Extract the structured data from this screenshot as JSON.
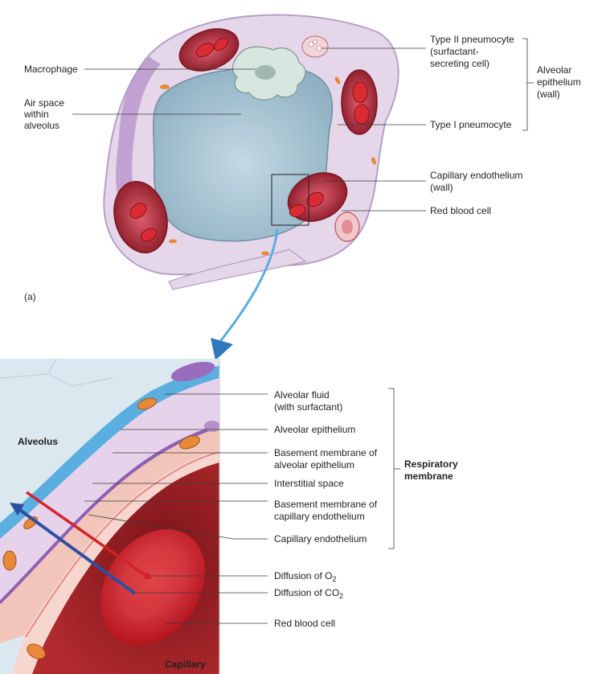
{
  "panel_a": {
    "panel_letter": "(a)",
    "labels": {
      "macrophage": "Macrophage",
      "air_space_1": "Air space",
      "air_space_2": "within",
      "air_space_3": "alveolus",
      "type2_1": "Type II pneumocyte",
      "type2_2": "(surfactant-",
      "type2_3": "secreting cell)",
      "type1": "Type I pneumocyte",
      "alv_epi_1": "Alveolar",
      "alv_epi_2": "epithelium",
      "alv_epi_3": "(wall)",
      "cap_endo_1": "Capillary endothelium",
      "cap_endo_2": "(wall)",
      "rbc": "Red blood cell"
    }
  },
  "panel_b": {
    "region_alveolus": "Alveolus",
    "region_capillary": "Capillary",
    "labels": {
      "alv_fluid_1": "Alveolar fluid",
      "alv_fluid_2": "(with surfactant)",
      "alv_epithelium": "Alveolar epithelium",
      "bm_alv_1": "Basement membrane of",
      "bm_alv_2": "alveolar epithelium",
      "interstitial": "Interstitial space",
      "bm_cap_1": "Basement membrane of",
      "bm_cap_2": "capillary endothelium",
      "cap_endothelium": "Capillary endothelium",
      "diff_o2_text": "Diffusion of O",
      "diff_o2_sub": "2",
      "diff_co2_text": "Diffusion of CO",
      "diff_co2_sub": "2",
      "rbc": "Red blood cell"
    },
    "resp_membrane_1": "Respiratory",
    "resp_membrane_2": "membrane"
  },
  "colors": {
    "air_space": "#a9c6d5",
    "wall": "#e5d4e6",
    "rbc": "#c51b2a",
    "blood": "#8c1a1e",
    "fluid": "#5aaee0",
    "o2_arrow": "#d2232a",
    "co2_arrow": "#2e4ea2"
  }
}
